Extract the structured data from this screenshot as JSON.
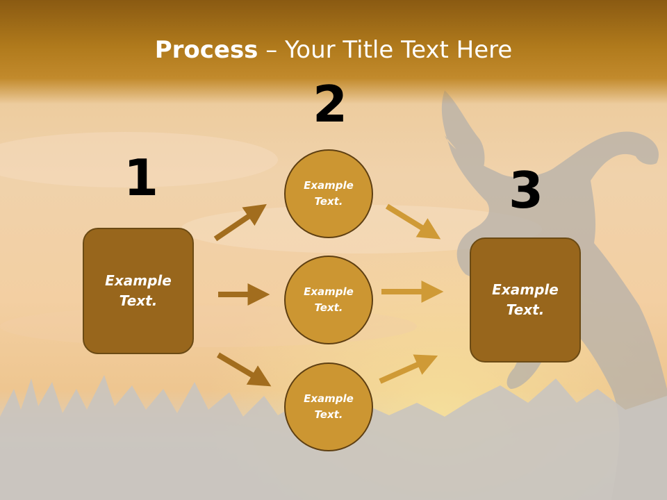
{
  "title": {
    "bold": "Process",
    "rest": " – Your Title Text Here"
  },
  "steps": {
    "one": "1",
    "two": "2",
    "three": "3"
  },
  "left_box": {
    "line1": "Example",
    "line2": "Text."
  },
  "right_box": {
    "line1": "Example",
    "line2": "Text."
  },
  "circles": [
    {
      "line1": "Example",
      "line2": "Text."
    },
    {
      "line1": "Example",
      "line2": "Text."
    },
    {
      "line1": "Example",
      "line2": "Text."
    }
  ],
  "colors": {
    "box_fill": "#98661c",
    "circle_fill": "#cc9632",
    "arrow_left": "#a26d1e",
    "arrow_right": "#cf9a36"
  }
}
